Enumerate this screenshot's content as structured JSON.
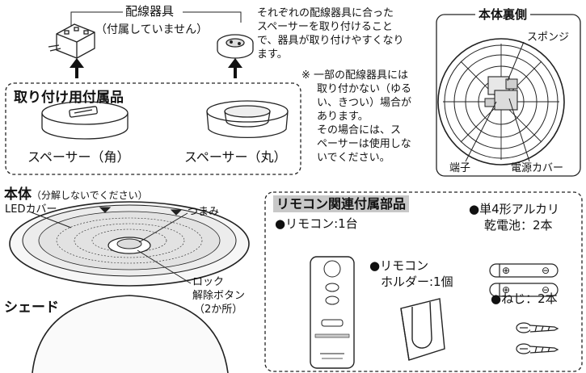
{
  "wiring": {
    "label": "配線器具",
    "note": "（付属していません）"
  },
  "intro_text": [
    "それぞれの配線器具に合った",
    "スペーサーを取り付けること",
    "で、器具が取り付けやすくなり",
    "ます。"
  ],
  "warning_text": [
    "※ 一部の配線器具には",
    "取り付かない（ゆる",
    "い、きつい）場合が",
    "あります。",
    "その場合には、ス",
    "ペーサーは使用しな",
    "いでください。"
  ],
  "back_view": {
    "title": "本体裏側",
    "sponge": "スポンジ",
    "terminal": "端子",
    "power_cover": "電源カバー"
  },
  "mounting_accessories": {
    "title": "取り付け用付属品",
    "spacer_square": "スペーサー（角）",
    "spacer_round": "スペーサー（丸）"
  },
  "body": {
    "title": "本体",
    "note": "（分解しないでください）",
    "led_cover": "LEDカバー",
    "knob": "つまみ",
    "lock_release_1": "ロック",
    "lock_release_2": "解除ボタン",
    "lock_release_3": "（2か所）"
  },
  "shade": {
    "label": "シェード"
  },
  "remote_accessories": {
    "title": "リモコン関連付属部品",
    "remote": "●リモコン:1台",
    "holder_1": "●リモコン",
    "holder_2": "ホルダー:1個",
    "battery_1": "●単4形アルカリ",
    "battery_2": "乾電池：2本",
    "screw": "●ねじ：2本"
  },
  "glyphs": {
    "plus": "⊕",
    "minus": "⊖"
  }
}
